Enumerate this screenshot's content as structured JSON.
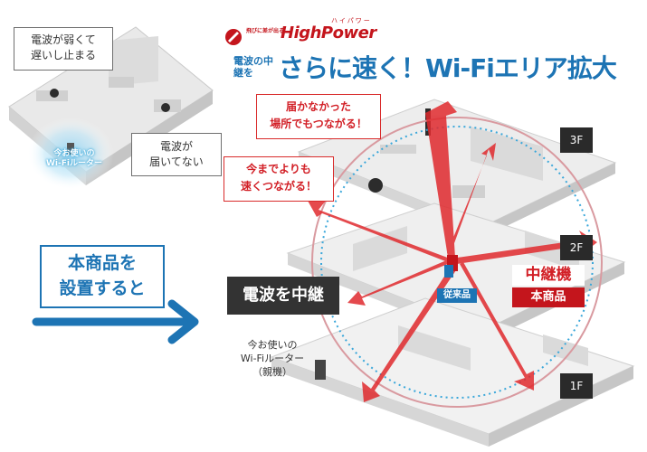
{
  "brand": {
    "tagline": "飛びに差が出る",
    "name": "HighPower",
    "ruby": "ハイパワー"
  },
  "headline": {
    "sub": "電波の中継を",
    "main": "さらに速く！Wi-Fiエリア拡大"
  },
  "callouts": {
    "top": [
      "届かなかった",
      "場所でもつながる！"
    ],
    "mid": [
      "今までよりも",
      "速くつながる！"
    ]
  },
  "before_scene": {
    "weak_bubble": [
      "電波が弱くて",
      "遅いし止まる"
    ],
    "no_signal_bubble": [
      "電波が",
      "届いてない"
    ],
    "router_note": [
      "今お使いの",
      "Wi-Fiルーター"
    ]
  },
  "install_box": [
    "本商品を",
    "設置すると"
  ],
  "relay_label": "電波を中継",
  "product_label": {
    "top": "中継機",
    "bottom": "本商品"
  },
  "conventional_label": "従来品",
  "parent_router_label": [
    "今お使いの",
    "Wi-Fiルーター",
    "（親機）"
  ],
  "floors": [
    "3F",
    "2F",
    "1F"
  ],
  "colors": {
    "brand_red": "#c4151c",
    "accent_blue": "#1d74b4",
    "signal_red": "#e02a2e",
    "label_dark": "#333333"
  }
}
